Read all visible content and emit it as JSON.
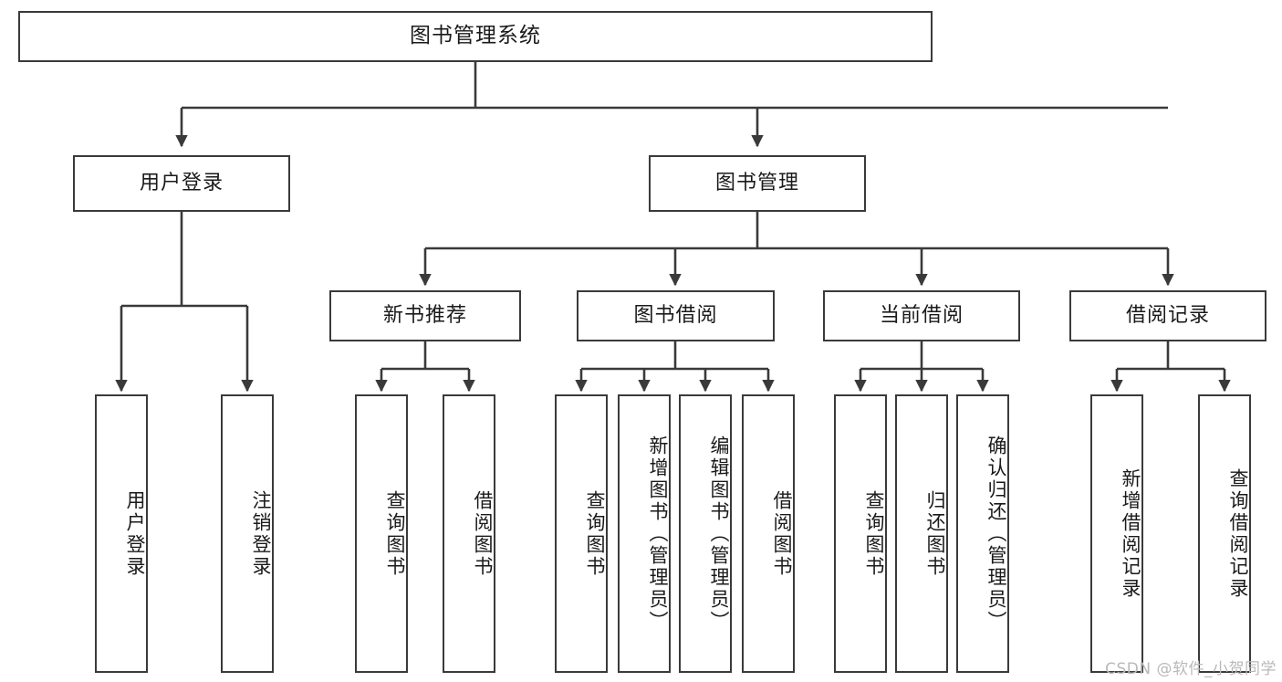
{
  "diagram": {
    "title": "图书管理系统",
    "type": "tree",
    "root": {
      "id": "root",
      "label": "图书管理系统"
    },
    "level2": [
      {
        "id": "user-login",
        "label": "用户登录"
      },
      {
        "id": "book-manage",
        "label": "图书管理"
      }
    ],
    "level3": [
      {
        "id": "new-book-rec",
        "label": "新书推荐",
        "parent": "book-manage"
      },
      {
        "id": "book-borrow",
        "label": "图书借阅",
        "parent": "book-manage"
      },
      {
        "id": "current-borrow",
        "label": "当前借阅",
        "parent": "book-manage"
      },
      {
        "id": "borrow-record",
        "label": "借阅记录",
        "parent": "book-manage"
      }
    ],
    "leaves": [
      {
        "id": "leaf-user-login",
        "label": "用户登录",
        "parent": "user-login"
      },
      {
        "id": "leaf-logout",
        "label": "注销登录",
        "parent": "user-login"
      },
      {
        "id": "leaf-query-book-1",
        "label": "查询图书",
        "parent": "new-book-rec"
      },
      {
        "id": "leaf-borrow-book-1",
        "label": "借阅图书",
        "parent": "new-book-rec"
      },
      {
        "id": "leaf-query-book-2",
        "label": "查询图书",
        "parent": "book-borrow"
      },
      {
        "id": "leaf-add-book",
        "label": "新增图书（管理员）",
        "parent": "book-borrow"
      },
      {
        "id": "leaf-edit-book",
        "label": "编辑图书（管理员）",
        "parent": "book-borrow"
      },
      {
        "id": "leaf-borrow-book-2",
        "label": "借阅图书",
        "parent": "book-borrow"
      },
      {
        "id": "leaf-query-book-3",
        "label": "查询图书",
        "parent": "current-borrow"
      },
      {
        "id": "leaf-return-book",
        "label": "归还图书",
        "parent": "current-borrow"
      },
      {
        "id": "leaf-confirm-return",
        "label": "确认归还（管理员）",
        "parent": "current-borrow"
      },
      {
        "id": "leaf-add-record",
        "label": "新增借阅记录",
        "parent": "borrow-record"
      },
      {
        "id": "leaf-query-record",
        "label": "查询借阅记录",
        "parent": "borrow-record"
      }
    ]
  },
  "watermark": {
    "text": "CSDN @软件_小贺同学"
  },
  "colors": {
    "stroke": "#3a3a3a",
    "background": "#ffffff",
    "text": "#1a1a1a",
    "watermark": "#b9b9b9"
  }
}
